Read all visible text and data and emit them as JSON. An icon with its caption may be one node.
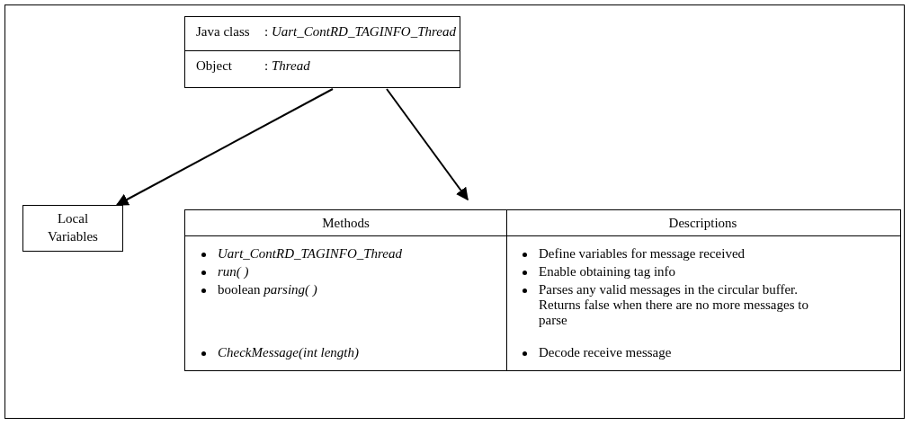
{
  "diagram": {
    "nodes": [
      {
        "text": [
          "Java class",
          ": *Uart_ContRD_TAGINFO_Thread*",
          "Object",
          ": *Thread*"
        ]
      },
      {
        "text": [
          "Local Variables"
        ]
      },
      {
        "text": [
          "Methods",
          "Descriptions",
          "Uart_ContRD_TAGINFO_Thread",
          "Define variables for message received",
          "run( )",
          "Enable obtaining tag info",
          "boolean *parsing( )*",
          "Parses any valid messages in the circular buffer. Returns false when there are no more messages to parse",
          "CheckMessage(int length)",
          "Decode receive message"
        ]
      }
    ],
    "edges": [
      {
        "from": 0,
        "to": 1,
        "arrow": "to"
      },
      {
        "from": 0,
        "to": 2,
        "arrow": "to"
      }
    ]
  }
}
